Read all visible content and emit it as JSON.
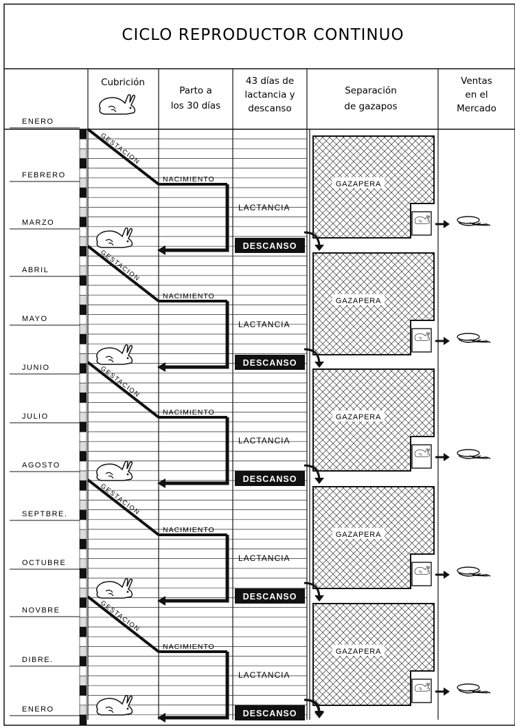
{
  "title": "CICLO REPRODUCTOR CONTINUO",
  "headers": {
    "cubricion": "Cubrición",
    "parto": [
      "Parto a",
      "los 30 días"
    ],
    "lactancia": [
      "43 días de",
      "lactancia y",
      "descanso"
    ],
    "separacion": [
      "Separación",
      "de gazapos"
    ],
    "ventas": [
      "Ventas",
      "en el",
      "Mercado"
    ]
  },
  "months": [
    "ENERO",
    "FEBRERO",
    "MARZO",
    "ABRIL",
    "MAYO",
    "JUNIO",
    "JULIO",
    "AGOSTO",
    "SEPTBRE.",
    "OCTUBRE",
    "NOVBRE",
    "DIBRE.",
    "ENERO"
  ],
  "labels": {
    "gestacion": "GESTACION",
    "nacimiento": "NACIMIENTO",
    "lactancia": "LACTANCIA",
    "descanso": "DESCANSO",
    "gazapera": "GAZAPERA"
  },
  "cycle_count": 5,
  "icons": {
    "rabbit": "rabbit-icon",
    "arrow": "arrow-right-icon",
    "product": "rabbit-meat-icon"
  }
}
